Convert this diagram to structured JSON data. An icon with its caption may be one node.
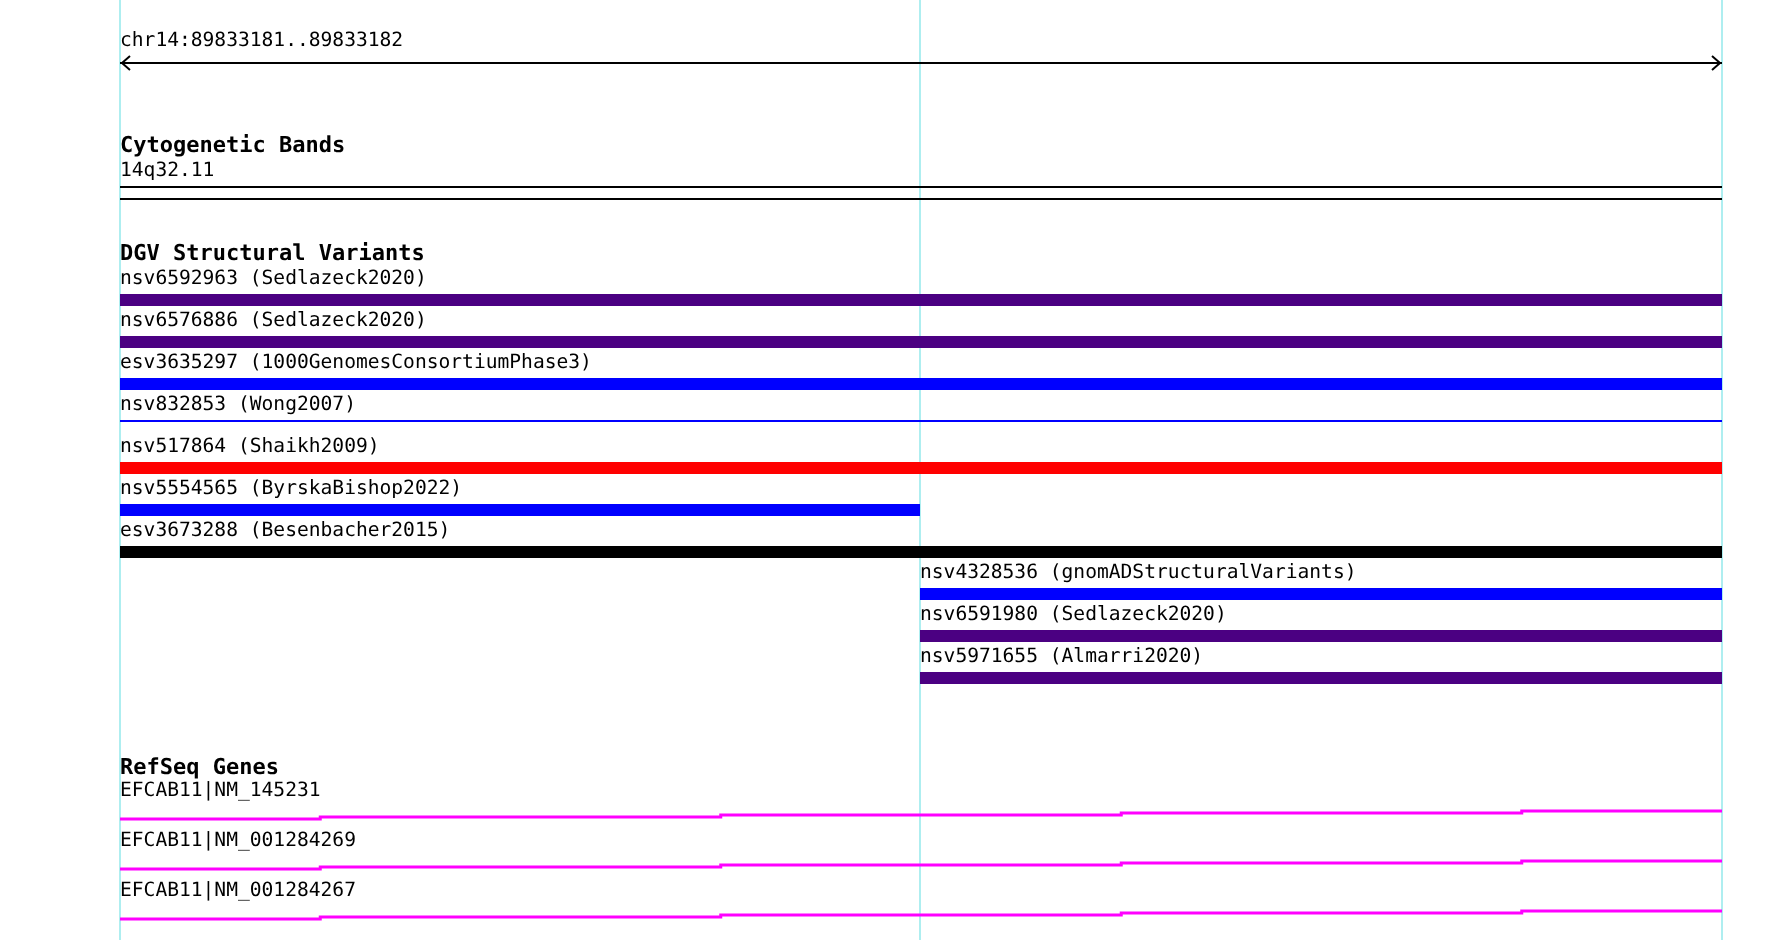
{
  "diagram": {
    "nodes": [
      {
        "text": [
          "14q32.11"
        ]
      },
      {
        "text": [
          "nsv6592963 (Sedlazeck2020)"
        ]
      },
      {
        "text": [
          "nsv6576886 (Sedlazeck2020)"
        ]
      },
      {
        "text": [
          "esv3635297 (1000GenomesConsortiumPhase3)"
        ]
      },
      {
        "text": [
          "nsv832853 (Wong2007)"
        ]
      },
      {
        "text": [
          "nsv517864 (Shaikh2009)"
        ]
      },
      {
        "text": [
          "nsv5554565 (ByrskaBishop2022)"
        ]
      },
      {
        "text": [
          "esv3673288 (Besenbacher2015)"
        ]
      },
      {
        "text": [
          "nsv4328536 (gnomADStructuralVariants)"
        ]
      },
      {
        "text": [
          "nsv6591980 (Sedlazeck2020)"
        ]
      },
      {
        "text": [
          "nsv5971655 (Almarri2020)"
        ]
      },
      {
        "text": [
          "EFCAB11|NM_145231"
        ]
      },
      {
        "text": [
          "EFCAB11|NM_001284269"
        ]
      },
      {
        "text": [
          "EFCAB11|NM_001284267"
        ]
      }
    ],
    "labels": [
      "chr14:89833181..89833182",
      "Cytogenetic Bands",
      "DGV Structural Variants",
      "RefSeq Genes"
    ]
  }
}
